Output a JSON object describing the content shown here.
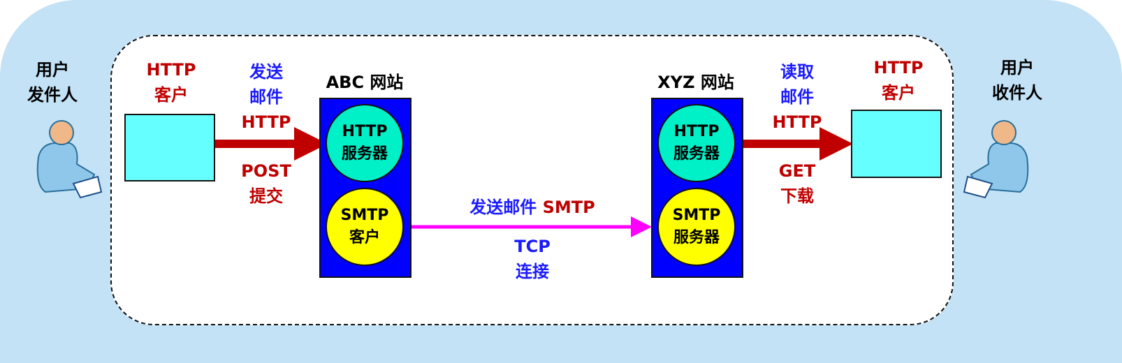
{
  "sender": {
    "line1": "用户",
    "line2": "发件人"
  },
  "receiver": {
    "line1": "用户",
    "line2": "收件人"
  },
  "left_client": {
    "line1": "HTTP",
    "line2": "客户"
  },
  "right_client": {
    "line1": "HTTP",
    "line2": "客户"
  },
  "send_http": {
    "line1": "发送",
    "line2": "邮件",
    "line3": "HTTP",
    "line4": "POST",
    "line5": "提交"
  },
  "read_http": {
    "line1": "读取",
    "line2": "邮件",
    "line3": "HTTP",
    "line4": "GET",
    "line5": "下载"
  },
  "abc": {
    "title": "ABC 网站",
    "http_server": [
      "HTTP",
      "服务器"
    ],
    "smtp_client": [
      "SMTP",
      "客户"
    ]
  },
  "xyz": {
    "title": "XYZ 网站",
    "http_server": [
      "HTTP",
      "服务器"
    ],
    "smtp_server": [
      "SMTP",
      "服务器"
    ]
  },
  "smtp_link": {
    "label_cn": "发送邮件",
    "label_en": "SMTP",
    "tcp": "TCP",
    "conn": "连接"
  },
  "colors": {
    "red": "#c00000",
    "blue": "#1a1aff",
    "magenta": "#ff00ff",
    "cyan": "#66ffff",
    "column": "#0000ff"
  }
}
